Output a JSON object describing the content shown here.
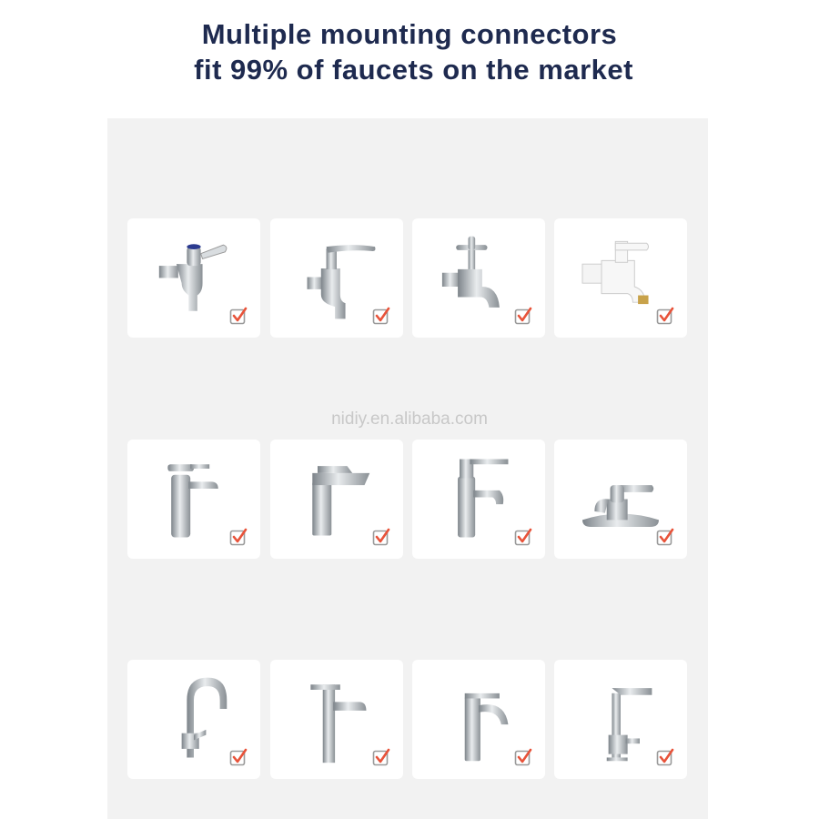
{
  "header": {
    "title_line1": "Multiple mounting connectors",
    "title_line2": " fit 99% of faucets on the market"
  },
  "watermark": "nidiy.en.alibaba.com",
  "colors": {
    "title": "#1e2a4f",
    "panel": "#f2f2f2",
    "check": "#e8533a",
    "chrome": "#9aa0a6"
  },
  "faucets": [
    {
      "type": "wall-tap-lever",
      "icon": "checkbox-checked-icon"
    },
    {
      "type": "wall-tap-long-lever",
      "icon": "checkbox-checked-icon"
    },
    {
      "type": "wall-tap-cross-handle",
      "icon": "checkbox-checked-icon"
    },
    {
      "type": "wall-tap-plastic-white",
      "icon": "checkbox-checked-icon"
    },
    {
      "type": "basin-mixer-round",
      "icon": "checkbox-checked-icon"
    },
    {
      "type": "basin-mixer-square",
      "icon": "checkbox-checked-icon"
    },
    {
      "type": "basin-mixer-tall",
      "icon": "checkbox-checked-icon"
    },
    {
      "type": "deck-centerset",
      "icon": "checkbox-checked-icon"
    },
    {
      "type": "gooseneck-kitchen",
      "icon": "checkbox-checked-icon"
    },
    {
      "type": "tall-vessel-tap",
      "icon": "checkbox-checked-icon"
    },
    {
      "type": "curved-spout-mixer",
      "icon": "checkbox-checked-icon"
    },
    {
      "type": "square-kitchen-mixer",
      "icon": "checkbox-checked-icon"
    }
  ]
}
